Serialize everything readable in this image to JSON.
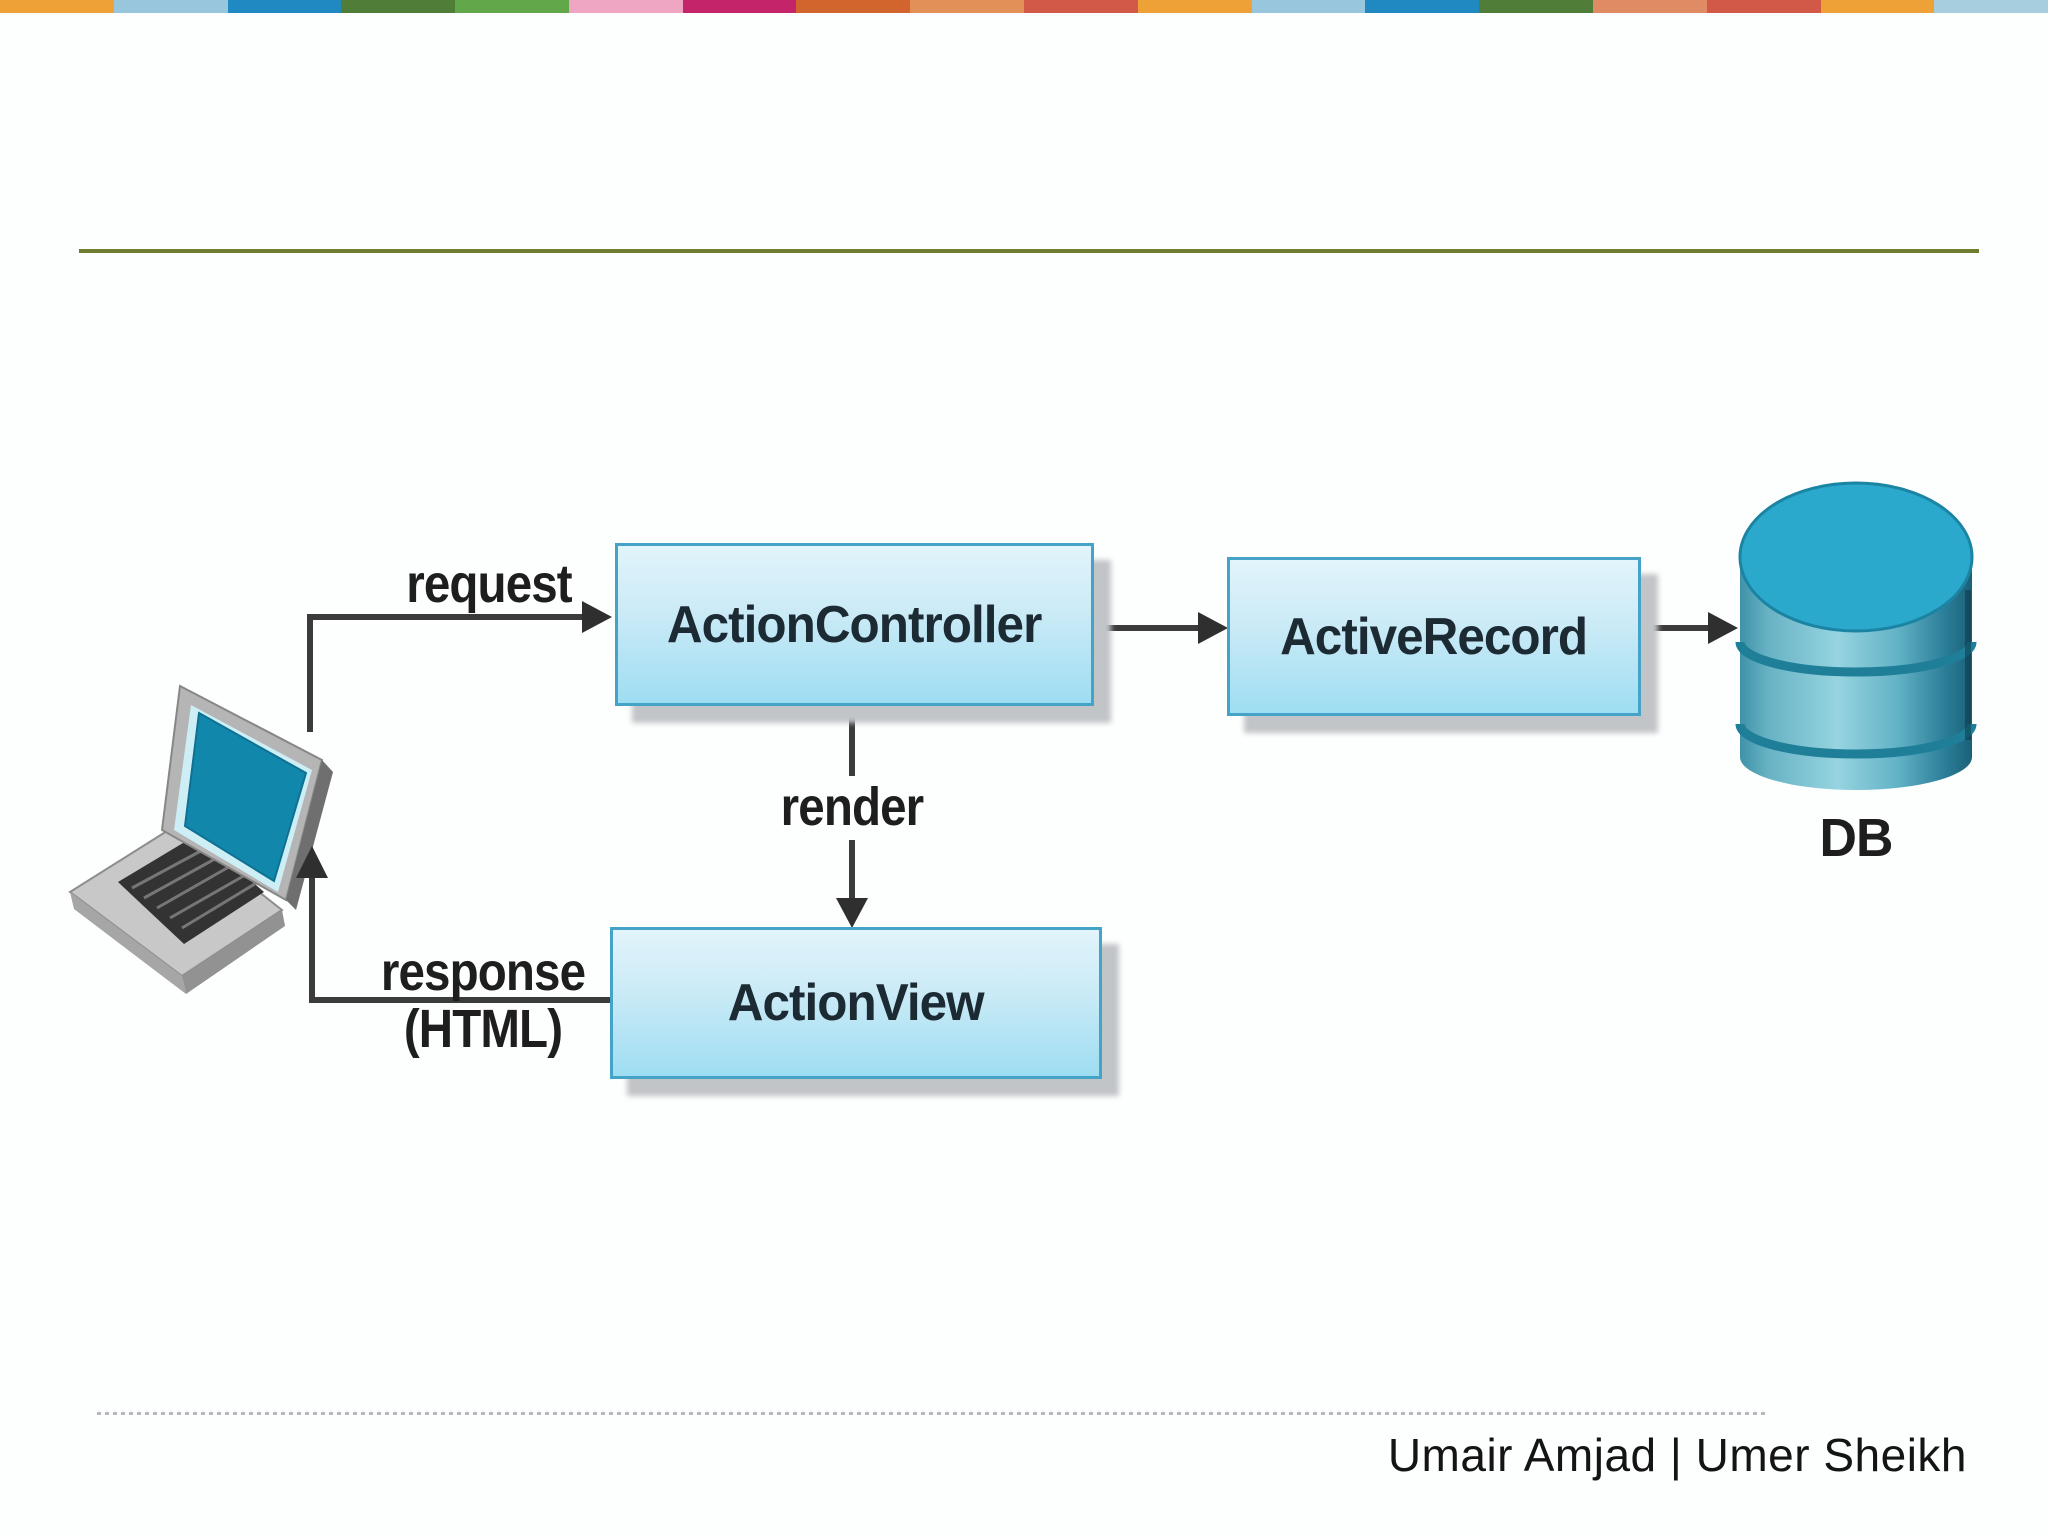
{
  "slide": {
    "top_stripe_colors": [
      "#EDA136",
      "#97C6DD",
      "#2189C2",
      "#507E39",
      "#63A74B",
      "#EFA6C2",
      "#C4246A",
      "#D2642D",
      "#E29058",
      "#D25847",
      "#EDA136",
      "#97C6DD",
      "#2189C2",
      "#507E39",
      "#E08B63",
      "#D25847",
      "#EDA136",
      "#A6CEDF"
    ],
    "separator_color": "#6F7D33",
    "footer": {
      "text": "Umair Amjad | Umer Sheikh"
    }
  },
  "diagram": {
    "boxes": {
      "action_controller": "ActionController",
      "active_record": "ActiveRecord",
      "action_view": "ActionView"
    },
    "labels": {
      "request": "request",
      "render": "render",
      "response": "response",
      "response_format": "(HTML)",
      "db": "DB"
    },
    "icons": {
      "client": "laptop-icon",
      "database": "database-cylinder-icon"
    },
    "colors": {
      "box_border": "#44A3C6",
      "box_fill_top": "#E2F4FB",
      "box_fill_bottom": "#9EDDF2",
      "box_shadow": "#C2C5C8",
      "arrow": "#3B3B3B",
      "db_cylinder_top": "#2AA9CC",
      "laptop_screen": "#1287AC",
      "label_text": "#1E1E1E"
    }
  }
}
